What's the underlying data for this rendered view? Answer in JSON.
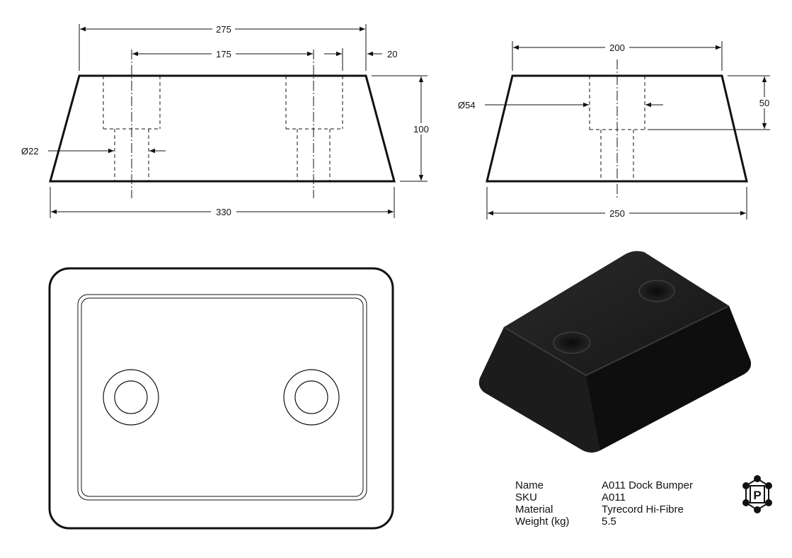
{
  "drawing": {
    "front_view": {
      "top_width": "275",
      "hole_spacing": "175",
      "edge_offset": "20",
      "height": "100",
      "bottom_width": "330",
      "hole_diameter": "Ø22"
    },
    "side_view": {
      "top_width": "200",
      "counterbore_diameter": "Ø54",
      "counterbore_depth": "50",
      "bottom_width": "250"
    }
  },
  "specs": [
    {
      "label": "Name",
      "value": "A011 Dock Bumper"
    },
    {
      "label": "SKU",
      "value": "A011"
    },
    {
      "label": "Material",
      "value": "Tyrecord Hi-Fibre"
    },
    {
      "label": "Weight (kg)",
      "value": "5.5"
    }
  ],
  "logo": {
    "letter": "P"
  }
}
